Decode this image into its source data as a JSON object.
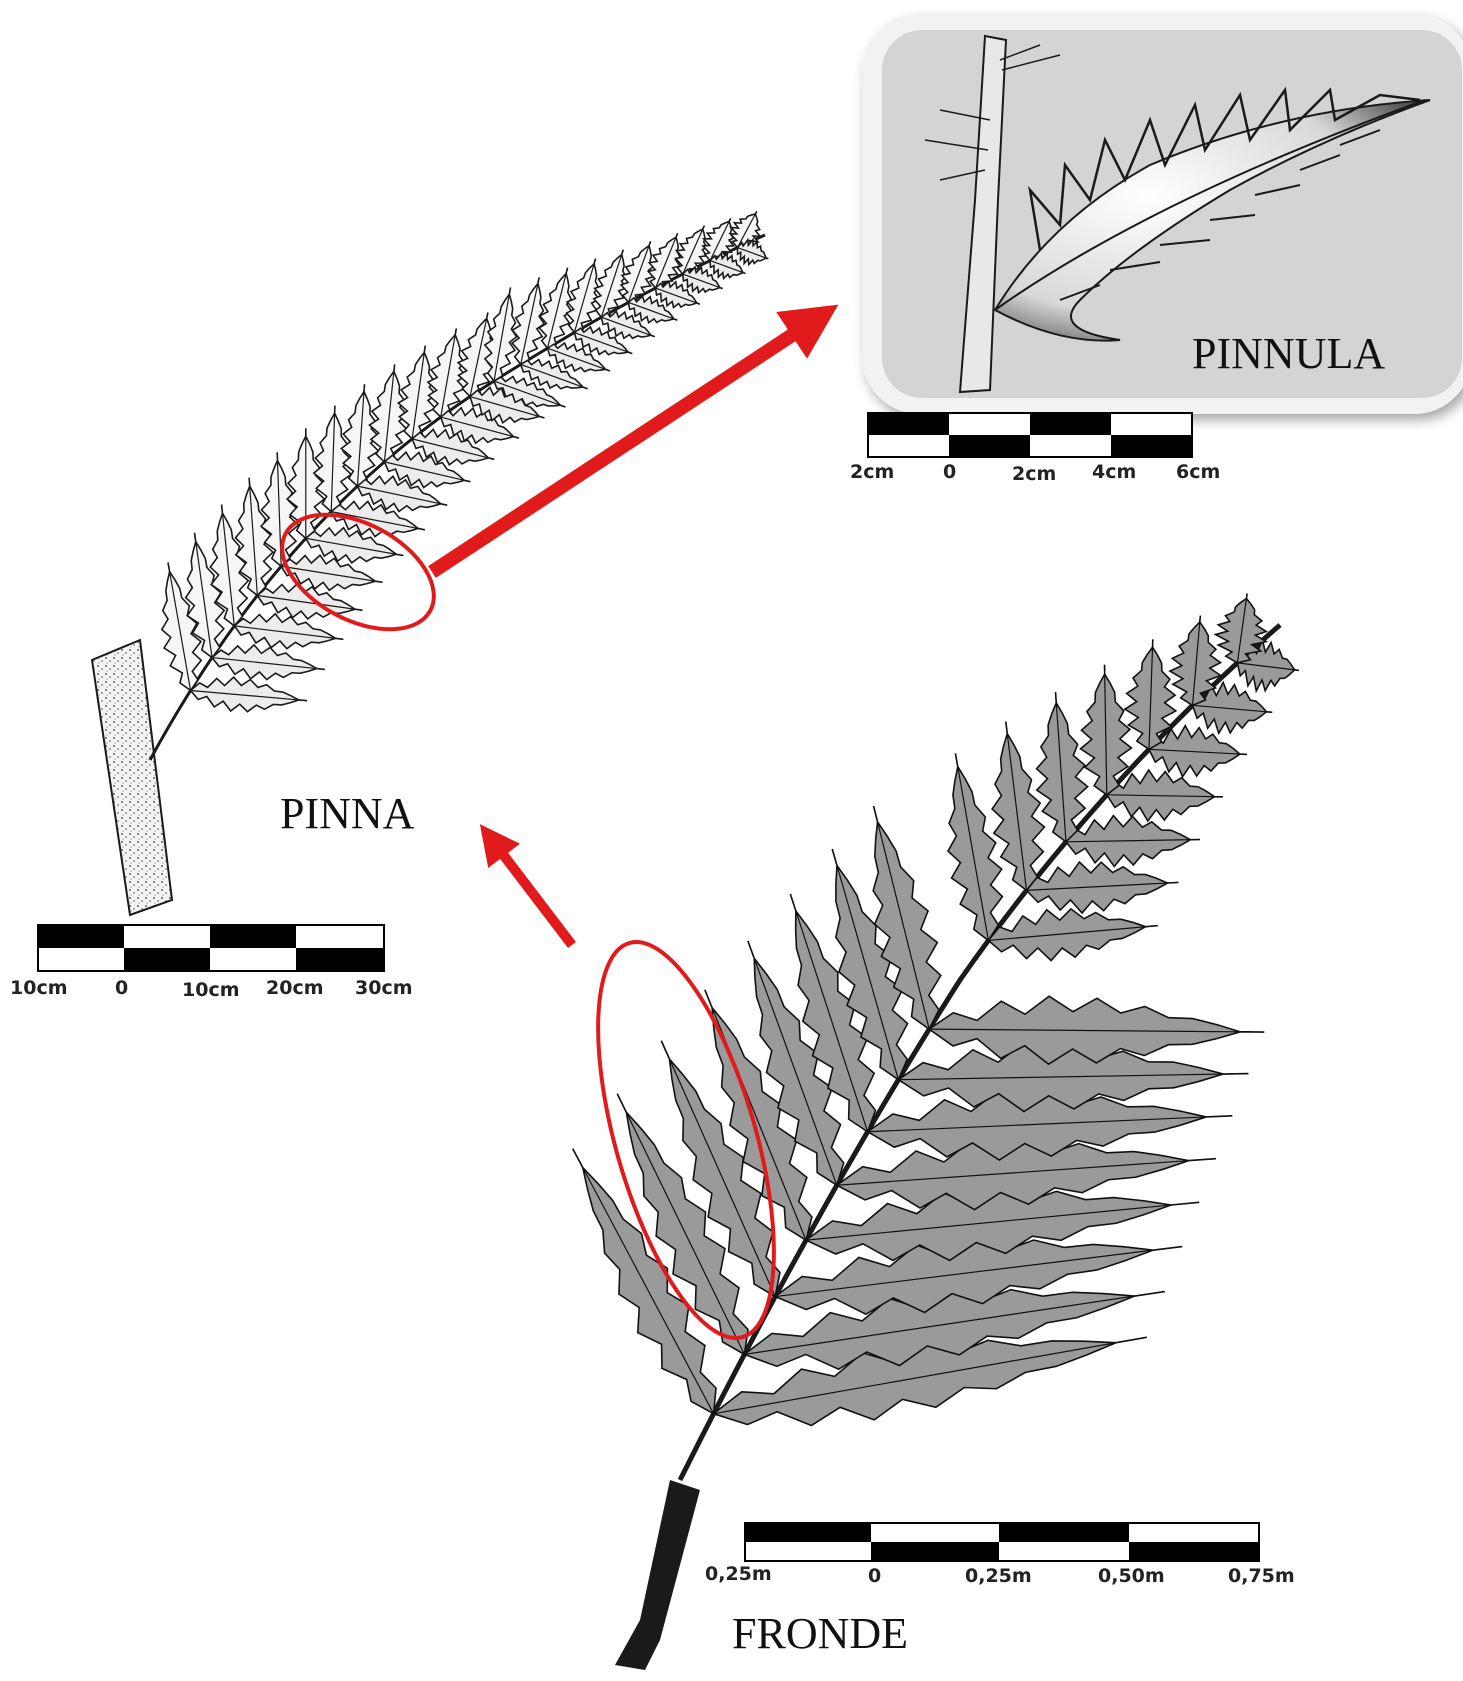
{
  "labels": {
    "pinnula": "PINNULA",
    "pinna": "PINNA",
    "fronde": "FRONDE"
  },
  "scales": {
    "pinnula": [
      "2cm",
      "0",
      "2cm",
      "4cm",
      "6cm"
    ],
    "pinna": [
      "10cm",
      "0",
      "10cm",
      "20cm",
      "30cm"
    ],
    "fronde": [
      "0,25m",
      "0",
      "0,25m",
      "0,50m",
      "0,75m"
    ]
  },
  "colors": {
    "highlight": "#e11b1b",
    "inset_background": "#d4d4d4",
    "ink": "#1a1a1a"
  },
  "icons": {
    "arrow_frond_to_pinna": "red-arrow",
    "arrow_pinna_to_pinnula": "red-arrow"
  }
}
